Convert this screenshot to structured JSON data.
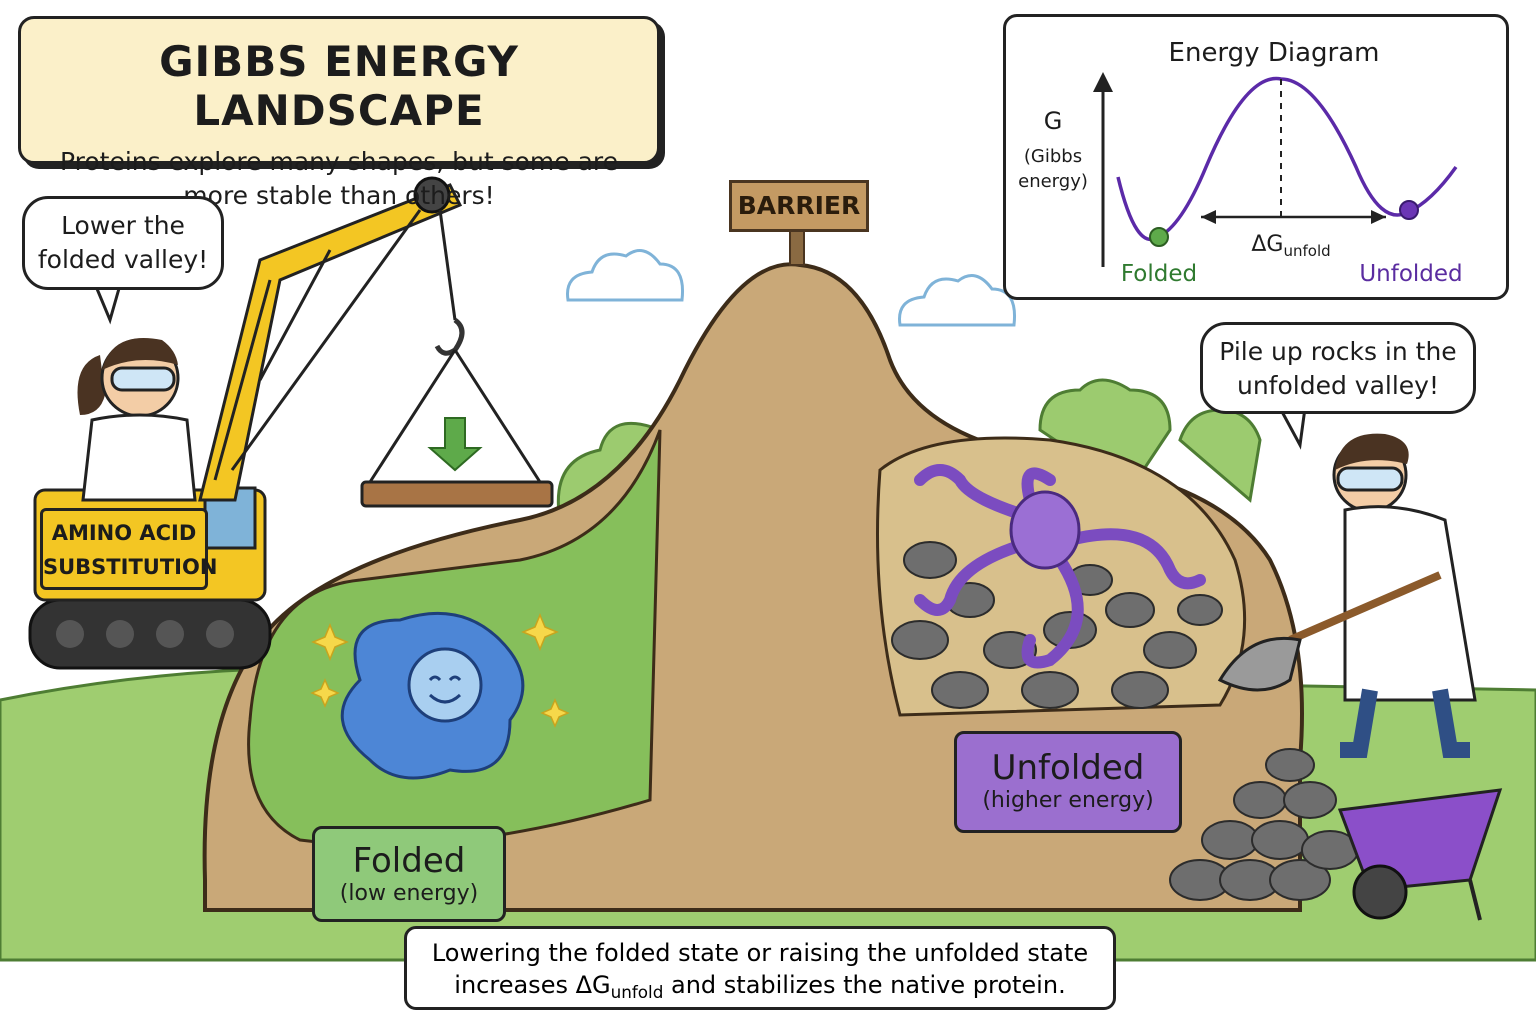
{
  "header": {
    "title": "GIBBS ENERGY LANDSCAPE",
    "subtitle": "Proteins explore many shapes, but some are more stable than others!"
  },
  "energy_diagram": {
    "title": "Energy Diagram",
    "y_label_main": "G",
    "y_label_sub1": "(Gibbs",
    "y_label_sub2": "energy)",
    "folded_label": "Folded",
    "unfolded_label": "Unfolded",
    "delta_symbol": "ΔG",
    "delta_subscript": "unfold"
  },
  "speech": {
    "left_line1": "Lower the",
    "left_line2": "folded valley!",
    "right_line1": "Pile up rocks in the",
    "right_line2": "unfolded valley!"
  },
  "signs": {
    "barrier": "BARRIER",
    "crane_line1": "AMINO ACID",
    "crane_line2": "SUBSTITUTION",
    "folded_title": "Folded",
    "folded_sub": "(low energy)",
    "unfolded_title": "Unfolded",
    "unfolded_sub": "(higher energy)"
  },
  "caption": {
    "line1": "Lowering the folded state or raising the unfolded state",
    "line2_before": "increases ΔG",
    "line2_subscript": "unfold",
    "line2_after": " and stabilizes the native protein."
  },
  "colors": {
    "folded_green": "#2f7a2f",
    "unfolded_purple": "#5a2ca0",
    "curve": "#5b2aa8",
    "crane_yellow": "#f3c623",
    "dirt": "#c9a878",
    "grass": "#8cc063"
  },
  "icons": {
    "crane": "crane-icon",
    "down_arrow": "down-arrow-icon",
    "folded_protein": "folded-protein-icon",
    "unfolded_protein": "unfolded-protein-icon",
    "shovel": "shovel-icon",
    "wheelbarrow": "wheelbarrow-icon"
  }
}
